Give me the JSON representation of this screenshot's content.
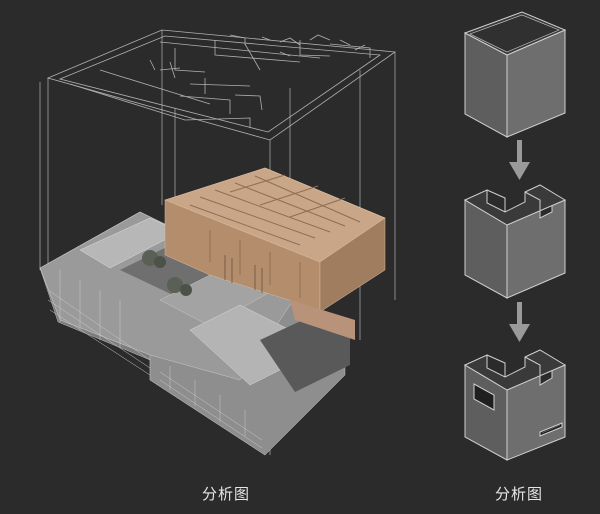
{
  "captions": {
    "left": "分析图",
    "right": "分析图"
  },
  "colors": {
    "background": "#2b2b2b",
    "wireframe": "#bfbfbf",
    "wood": "#c9a687",
    "concrete": "#a9a9a9",
    "box_face": "#6e6e6e",
    "box_side": "#575757",
    "arrow": "#9a9a9a"
  },
  "steps": [
    {
      "name": "plain-box"
    },
    {
      "name": "notched-box"
    },
    {
      "name": "box-with-openings"
    }
  ]
}
